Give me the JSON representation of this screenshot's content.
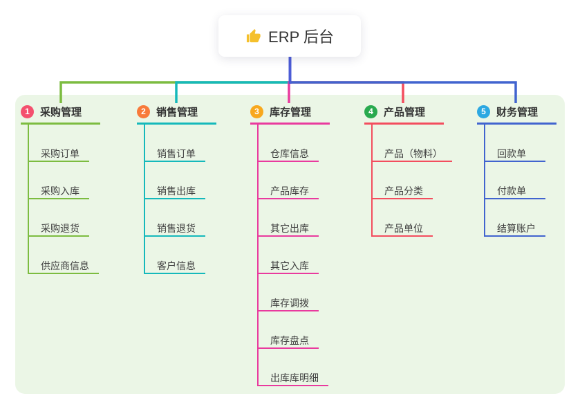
{
  "root": {
    "label": "ERP 后台",
    "icon": "thumbs-up",
    "icon_color": "#f5c02c"
  },
  "colors": {
    "canvas_background": "#ebf6e6",
    "root_connector": "#4c5cd6",
    "text": "#3a3a3a"
  },
  "branches": [
    {
      "index": "1",
      "label": "采购管理",
      "badge_color": "#f4506e",
      "line_color": "#7cbc40",
      "children": [
        "采购订单",
        "采购入库",
        "采购退货",
        "供应商信息"
      ]
    },
    {
      "index": "2",
      "label": "销售管理",
      "badge_color": "#f87a3a",
      "line_color": "#15b9bb",
      "children": [
        "销售订单",
        "销售出库",
        "销售退货",
        "客户信息"
      ]
    },
    {
      "index": "3",
      "label": "库存管理",
      "badge_color": "#f8a81d",
      "line_color": "#e93a9e",
      "children": [
        "仓库信息",
        "产品库存",
        "其它出库",
        "其它入库",
        "库存调拨",
        "库存盘点",
        "出库库明细"
      ]
    },
    {
      "index": "4",
      "label": "产品管理",
      "badge_color": "#29aa4f",
      "line_color": "#f34d5e",
      "children": [
        "产品（物料）",
        "产品分类",
        "产品单位"
      ]
    },
    {
      "index": "5",
      "label": "财务管理",
      "badge_color": "#2ca8e2",
      "line_color": "#4164cf",
      "children": [
        "回款单",
        "付款单",
        "结算账户"
      ]
    }
  ]
}
